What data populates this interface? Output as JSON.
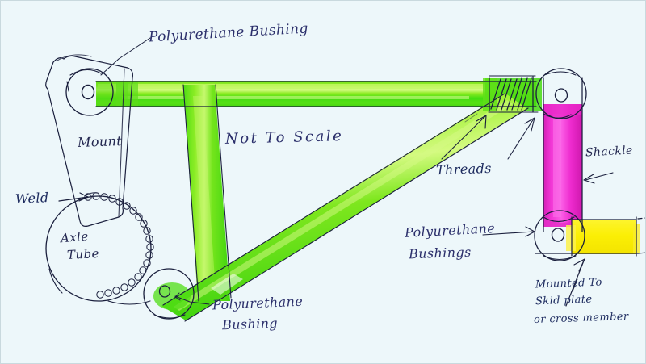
{
  "drawing": {
    "title": "Hand-drawn suspension radius arm schematic",
    "background_color": "#edf7fa",
    "ink_color": "#2b2f6b",
    "highlight_colors": {
      "arm_green": "#4ddd14",
      "arm_green_light": "#a8f03a",
      "shackle_magenta": "#ee2fd0",
      "bracket_yellow": "#fbef10"
    },
    "note": "Not To Scale"
  },
  "labels": {
    "polyurethane_bushing_top": "Polyurethane Bushing",
    "mount": "Mount",
    "not_to_scale": "Not To Scale",
    "weld": "Weld",
    "axle_tube_line1": "Axle",
    "axle_tube_line2": "Tube",
    "polyurethane_bushing_bottom_line1": "Polyurethane",
    "polyurethane_bushing_bottom_line2": "Bushing",
    "threads": "Threads",
    "shackle": "Shackle",
    "polyurethane_bushings_line1": "Polyurethane",
    "polyurethane_bushings_line2": "Bushings",
    "mounted_to_line1": "Mounted To",
    "mounted_to_line2": "Skid plate",
    "mounted_to_line3": "or cross member"
  },
  "parts": [
    {
      "name": "mount-plate",
      "description": "Rounded quadrilateral bracket plate at upper left welded to axle tube"
    },
    {
      "name": "upper-arm-tube",
      "description": "Horizontal green highlighted tube running left to right"
    },
    {
      "name": "vertical-brace-tube",
      "description": "Short vertical green tube near left third"
    },
    {
      "name": "diagonal-brace-tube",
      "description": "Diagonal green tube from lower-left bushing to right end"
    },
    {
      "name": "threaded-section",
      "description": "Hatched threaded section at right end of upper tube"
    },
    {
      "name": "axle-tube",
      "description": "Large circle at lower left representing the axle housing tube"
    },
    {
      "name": "weld-bead",
      "description": "Chain of small circles along axle tube representing weld"
    },
    {
      "name": "upper-left-bushing",
      "description": "Circular polyurethane bushing eye at upper left"
    },
    {
      "name": "lower-left-bushing",
      "description": "Circular polyurethane bushing eye at lower left"
    },
    {
      "name": "upper-right-bushing",
      "description": "Circular polyurethane bushing eye at top of shackle"
    },
    {
      "name": "lower-right-bushing",
      "description": "Circular polyurethane bushing eye at bottom of shackle"
    },
    {
      "name": "shackle",
      "description": "Vertical magenta bar linking the two right-hand bushings"
    },
    {
      "name": "mount-bracket",
      "description": "Yellow bracket mounted to skid plate or cross member"
    }
  ]
}
